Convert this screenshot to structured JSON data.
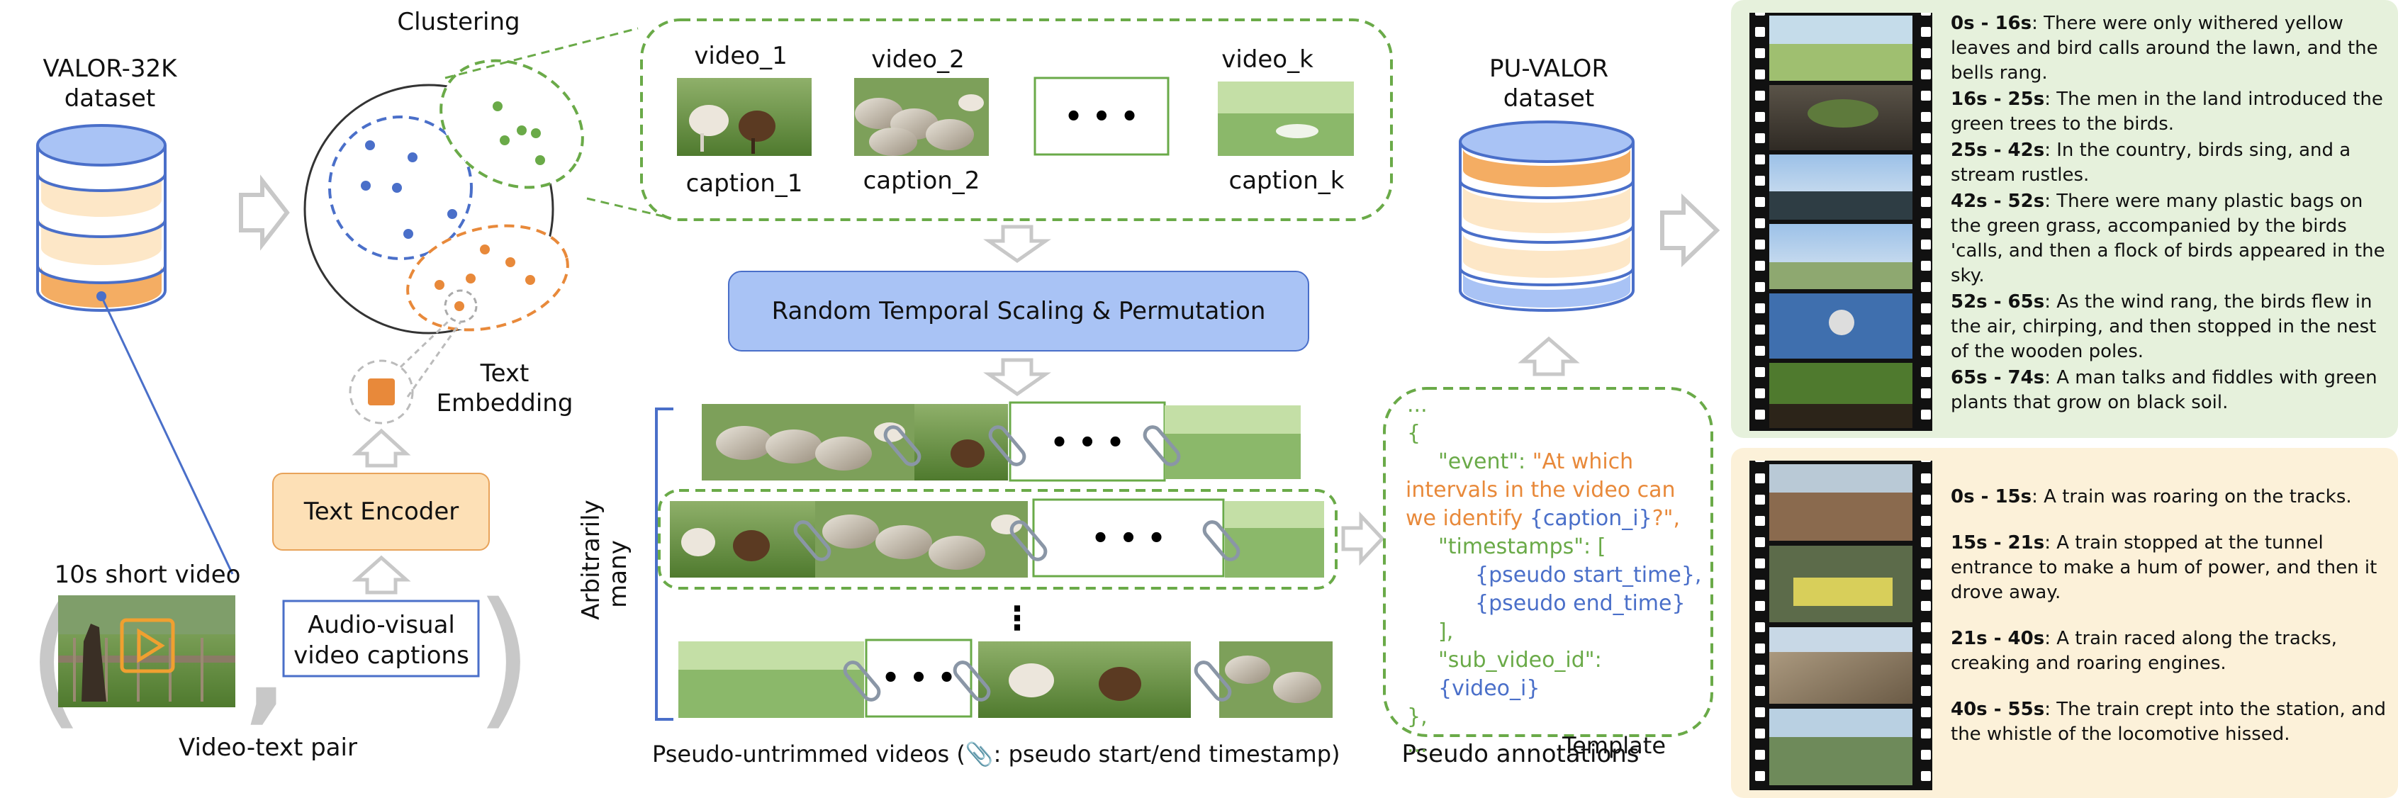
{
  "source": {
    "title_line1": "VALOR-32K",
    "title_line2": "dataset",
    "clip_label": "10s short video",
    "encoder_label": "Text Encoder",
    "caption_box_line1": "Audio-visual",
    "caption_box_line2": "video captions",
    "pair_label": "Video-text pair"
  },
  "clustering": {
    "title": "Clustering",
    "embedding_line1": "Text",
    "embedding_line2": "Embedding"
  },
  "selection": {
    "video_labels": [
      "video_1",
      "video_2",
      "video_k"
    ],
    "caption_labels": [
      "caption_1",
      "caption_2",
      "caption_k"
    ],
    "ellipsis": "• • •"
  },
  "scaling_label": "Random Temporal Scaling & Permutation",
  "pseudo": {
    "side_line1": "Arbitrarily",
    "side_line2": "many",
    "bottom_label": "Pseudo-untrimmed videos (📎: pseudo start/end timestamp)",
    "vertical_dots": "⋮",
    "ellipsis": "• • •"
  },
  "template": {
    "dots_top": "...",
    "brace_open": "{",
    "event_key": "\"event\":",
    "event_value_line1": "\"At which",
    "event_value_line2": "intervals in the video can",
    "event_value_line3a": "we identify ",
    "event_value_var": "{caption_i}",
    "event_value_line3b": "?\",",
    "timestamps_key": "\"timestamps\": [",
    "ts_start": "{pseudo start_time},",
    "ts_end": "{pseudo end_time}",
    "bracket_close": "],",
    "subvideo_key": "\"sub_video_id\": ",
    "subvideo_var": "{video_i}",
    "brace_close": "},",
    "dots_bottom": "...",
    "tag": "Template",
    "label": "Pseudo annotations"
  },
  "output": {
    "title_line1": "PU-VALOR",
    "title_line2": "dataset"
  },
  "example_nature": [
    {
      "time": "0s - 16s",
      "text": ": There were only withered yellow leaves and bird calls around the lawn, and the bells rang."
    },
    {
      "time": "16s - 25s",
      "text": ": The men in the land introduced the green trees to the birds."
    },
    {
      "time": "25s - 42s",
      "text": ": In the country, birds sing, and a stream rustles."
    },
    {
      "time": "42s - 52s",
      "text": ": There were many plastic bags on the green grass, accompanied by the birds 'calls, and then a flock of birds appeared in the sky."
    },
    {
      "time": "52s - 65s",
      "text": ": As the wind rang, the birds flew in the air, chirping, and then stopped in the nest of the wooden poles."
    },
    {
      "time": "65s - 74s",
      "text": ": A man talks and fiddles with green plants that grow on black soil."
    }
  ],
  "example_train": [
    {
      "time": "0s - 15s",
      "text": ": A train was roaring on the tracks."
    },
    {
      "time": "15s - 21s",
      "text": ": A train stopped at the tunnel entrance to make a hum of power, and then it drove away."
    },
    {
      "time": "21s - 40s",
      "text": ": A train raced along the tracks, creaking and roaring engines."
    },
    {
      "time": "40s - 55s",
      "text": ": The train crept into the station, and the whistle of the locomotive hissed."
    }
  ],
  "colors": {
    "blue": "#4a6fc9",
    "green": "#6aaa48",
    "orange": "#e8893a",
    "gray_arrow": "#c8c8c8",
    "encoder_fill": "#fde0b6",
    "scaling_fill": "#a9c3f5",
    "panel_green": "#e6f1dc",
    "panel_yellow": "#fcf1d9"
  }
}
